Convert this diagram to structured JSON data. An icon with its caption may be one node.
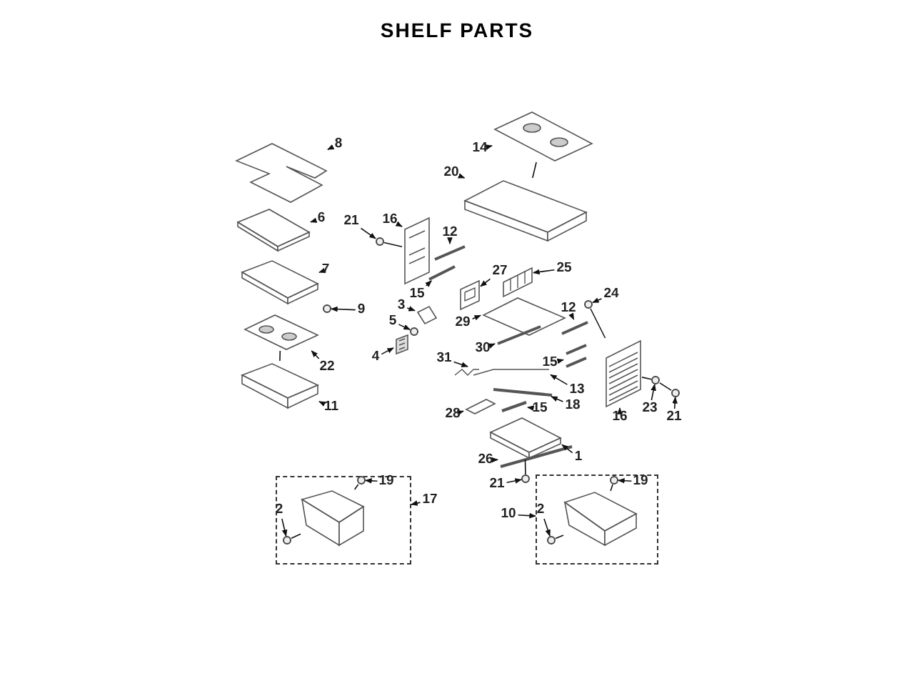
{
  "diagram": {
    "title": "SHELF PARTS",
    "nodes": [
      {
        "text": [
          "8"
        ]
      },
      {
        "text": [
          "6"
        ]
      },
      {
        "text": [
          "7"
        ]
      },
      {
        "text": [
          "9"
        ]
      },
      {
        "text": [
          "22"
        ]
      },
      {
        "text": [
          "11"
        ]
      },
      {
        "text": [
          "21"
        ]
      },
      {
        "text": [
          "16"
        ]
      },
      {
        "text": [
          "12"
        ]
      },
      {
        "text": [
          "15"
        ]
      },
      {
        "text": [
          "3"
        ]
      },
      {
        "text": [
          "5"
        ]
      },
      {
        "text": [
          "4"
        ]
      },
      {
        "text": [
          "31"
        ]
      },
      {
        "text": [
          "14"
        ]
      },
      {
        "text": [
          "20"
        ]
      },
      {
        "text": [
          "27"
        ]
      },
      {
        "text": [
          "25"
        ]
      },
      {
        "text": [
          "24"
        ]
      },
      {
        "text": [
          "12"
        ]
      },
      {
        "text": [
          "29"
        ]
      },
      {
        "text": [
          "30"
        ]
      },
      {
        "text": [
          "15"
        ]
      },
      {
        "text": [
          "13"
        ]
      },
      {
        "text": [
          "18"
        ]
      },
      {
        "text": [
          "16"
        ]
      },
      {
        "text": [
          "23"
        ]
      },
      {
        "text": [
          "21"
        ]
      },
      {
        "text": [
          "28"
        ]
      },
      {
        "text": [
          "15"
        ]
      },
      {
        "text": [
          "26"
        ]
      },
      {
        "text": [
          "1"
        ]
      },
      {
        "text": [
          "21"
        ]
      },
      {
        "text": [],
        "shape": "box"
      },
      {
        "text": [
          "19"
        ],
        "in": 33
      },
      {
        "text": [
          "2"
        ],
        "in": 33
      },
      {
        "text": [
          "17"
        ]
      },
      {
        "text": [],
        "shape": "box"
      },
      {
        "text": [
          "10"
        ]
      },
      {
        "text": [
          "19"
        ],
        "in": 37
      },
      {
        "text": [
          "2"
        ],
        "in": 37
      },
      {
        "text": [],
        "shape": "picture"
      },
      {
        "text": [],
        "shape": "picture"
      },
      {
        "text": [],
        "shape": "picture"
      },
      {
        "text": [],
        "shape": "circle"
      },
      {
        "text": [],
        "shape": "picture"
      },
      {
        "text": [],
        "shape": "picture"
      },
      {
        "text": [],
        "shape": "circle"
      },
      {
        "text": [],
        "shape": "picture"
      },
      {
        "text": [],
        "shape": "picture"
      },
      {
        "text": [],
        "shape": "picture"
      },
      {
        "text": [],
        "shape": "picture"
      },
      {
        "text": [],
        "shape": "circle"
      },
      {
        "text": [],
        "shape": "picture"
      },
      {
        "text": [],
        "shape": "picture"
      },
      {
        "text": [],
        "shape": "picture"
      },
      {
        "text": [],
        "shape": "picture"
      },
      {
        "text": [],
        "shape": "picture"
      },
      {
        "text": [],
        "shape": "picture"
      },
      {
        "text": [],
        "shape": "circle"
      },
      {
        "text": [],
        "shape": "picture"
      },
      {
        "text": [],
        "shape": "picture"
      },
      {
        "text": [],
        "shape": "picture"
      },
      {
        "text": [],
        "shape": "picture"
      },
      {
        "text": [],
        "shape": "picture"
      },
      {
        "text": [],
        "shape": "picture"
      },
      {
        "text": [],
        "shape": "picture"
      },
      {
        "text": [],
        "shape": "circle"
      },
      {
        "text": [],
        "shape": "circle"
      },
      {
        "text": [],
        "shape": "picture"
      },
      {
        "text": [],
        "shape": "picture"
      },
      {
        "text": [],
        "shape": "picture"
      },
      {
        "text": [],
        "shape": "picture"
      },
      {
        "text": [],
        "shape": "circle"
      },
      {
        "text": [],
        "shape": "picture",
        "in": 33
      },
      {
        "text": [],
        "shape": "circle",
        "in": 33
      },
      {
        "text": [],
        "shape": "circle",
        "in": 33
      },
      {
        "text": [],
        "shape": "picture",
        "in": 37
      },
      {
        "text": [],
        "shape": "circle",
        "in": 37
      },
      {
        "text": [],
        "shape": "circle",
        "in": 37
      }
    ],
    "edges": [
      {
        "from": 0,
        "to": 41,
        "arrow": "to"
      },
      {
        "from": 1,
        "to": 42,
        "arrow": "to"
      },
      {
        "from": 2,
        "to": 43,
        "arrow": "to"
      },
      {
        "from": 3,
        "to": 44,
        "arrow": "to"
      },
      {
        "from": 4,
        "to": 45,
        "arrow": "to"
      },
      {
        "from": 5,
        "to": 46,
        "arrow": "to"
      },
      {
        "from": 6,
        "to": 47,
        "arrow": "to"
      },
      {
        "from": 7,
        "to": 48,
        "arrow": "to"
      },
      {
        "from": 8,
        "to": 49,
        "arrow": "to"
      },
      {
        "from": 9,
        "to": 50,
        "arrow": "to"
      },
      {
        "from": 10,
        "to": 51,
        "arrow": "to"
      },
      {
        "from": 11,
        "to": 52,
        "arrow": "to"
      },
      {
        "from": 12,
        "to": 53,
        "arrow": "to"
      },
      {
        "from": 13,
        "to": 54,
        "arrow": "to"
      },
      {
        "from": 14,
        "to": 55,
        "arrow": "to"
      },
      {
        "from": 15,
        "to": 56,
        "arrow": "to"
      },
      {
        "from": 16,
        "to": 57,
        "arrow": "to"
      },
      {
        "from": 17,
        "to": 58,
        "arrow": "to"
      },
      {
        "from": 18,
        "to": 59,
        "arrow": "to"
      },
      {
        "from": 19,
        "to": 60,
        "arrow": "to"
      },
      {
        "from": 20,
        "to": 61,
        "arrow": "to"
      },
      {
        "from": 21,
        "to": 62,
        "arrow": "to"
      },
      {
        "from": 22,
        "to": 63,
        "arrow": "to"
      },
      {
        "from": 23,
        "to": 64,
        "arrow": "to"
      },
      {
        "from": 24,
        "to": 65,
        "arrow": "to"
      },
      {
        "from": 25,
        "to": 66,
        "arrow": "to"
      },
      {
        "from": 26,
        "to": 67,
        "arrow": "to"
      },
      {
        "from": 27,
        "to": 68,
        "arrow": "to"
      },
      {
        "from": 28,
        "to": 69,
        "arrow": "to"
      },
      {
        "from": 29,
        "to": 70,
        "arrow": "to"
      },
      {
        "from": 30,
        "to": 72,
        "arrow": "to"
      },
      {
        "from": 31,
        "to": 71,
        "arrow": "to"
      },
      {
        "from": 32,
        "to": 73,
        "arrow": "to"
      },
      {
        "from": 34,
        "to": 75,
        "arrow": "to"
      },
      {
        "from": 35,
        "to": 76,
        "arrow": "to"
      },
      {
        "from": 36,
        "to": 33,
        "arrow": "to"
      },
      {
        "from": 38,
        "to": 37,
        "arrow": "to"
      },
      {
        "from": 39,
        "to": 78,
        "arrow": "to"
      },
      {
        "from": 40,
        "to": 79,
        "arrow": "to"
      },
      {
        "from": 55,
        "to": 56,
        "arrow": "none"
      },
      {
        "from": 45,
        "to": 46,
        "arrow": "none"
      },
      {
        "from": 47,
        "to": 48,
        "arrow": "none"
      },
      {
        "from": 59,
        "to": 66,
        "arrow": "none"
      },
      {
        "from": 66,
        "to": 67,
        "arrow": "none"
      },
      {
        "from": 67,
        "to": 68,
        "arrow": "none"
      },
      {
        "from": 73,
        "to": 71,
        "arrow": "none"
      },
      {
        "from": 74,
        "to": 75,
        "arrow": "none"
      },
      {
        "from": 74,
        "to": 76,
        "arrow": "none"
      },
      {
        "from": 77,
        "to": 78,
        "arrow": "none"
      },
      {
        "from": 77,
        "to": 79,
        "arrow": "none"
      }
    ]
  }
}
